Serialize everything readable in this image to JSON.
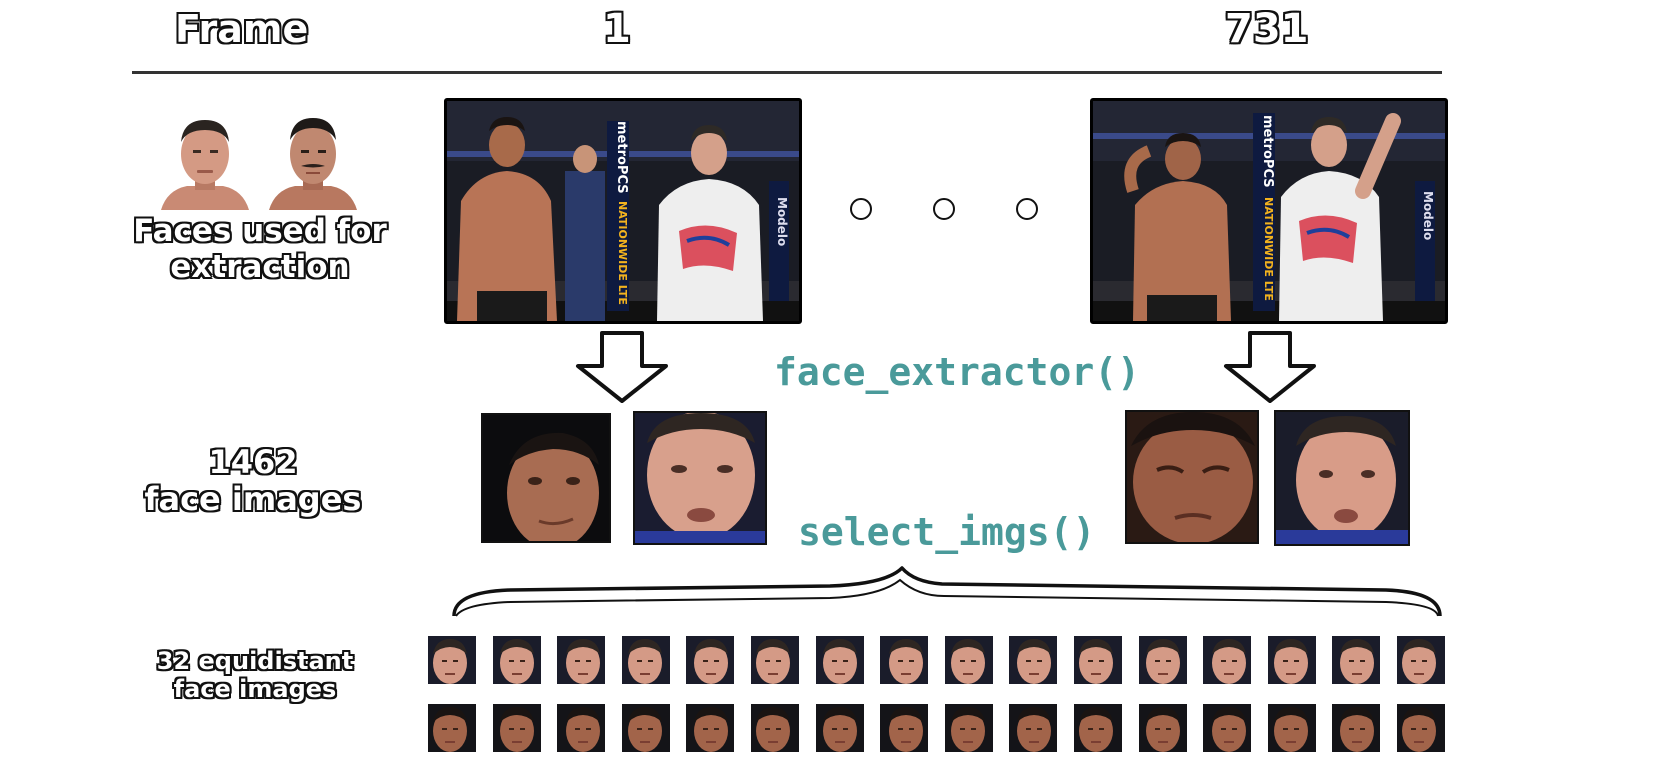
{
  "header": {
    "frame_label": "Frame",
    "first_frame": "1",
    "last_frame": "731"
  },
  "faces_caption": [
    "Faces used for",
    "extraction"
  ],
  "count_caption": {
    "number": "1462",
    "unit": "face images"
  },
  "sample_caption": [
    "32 equidistant",
    "face images"
  ],
  "functions": {
    "extractor": "face_extractor()",
    "selector": "select_imgs()"
  },
  "frame_text": {
    "sponsor_a": "metroPCS",
    "sponsor_b": "NATIONWIDE LTE",
    "sponsor_c": "Modelo"
  },
  "colors": {
    "function_text": "#4a9a9a",
    "outline": "#111111",
    "skin": "#c98a74",
    "shirt": "#eeeeee"
  }
}
